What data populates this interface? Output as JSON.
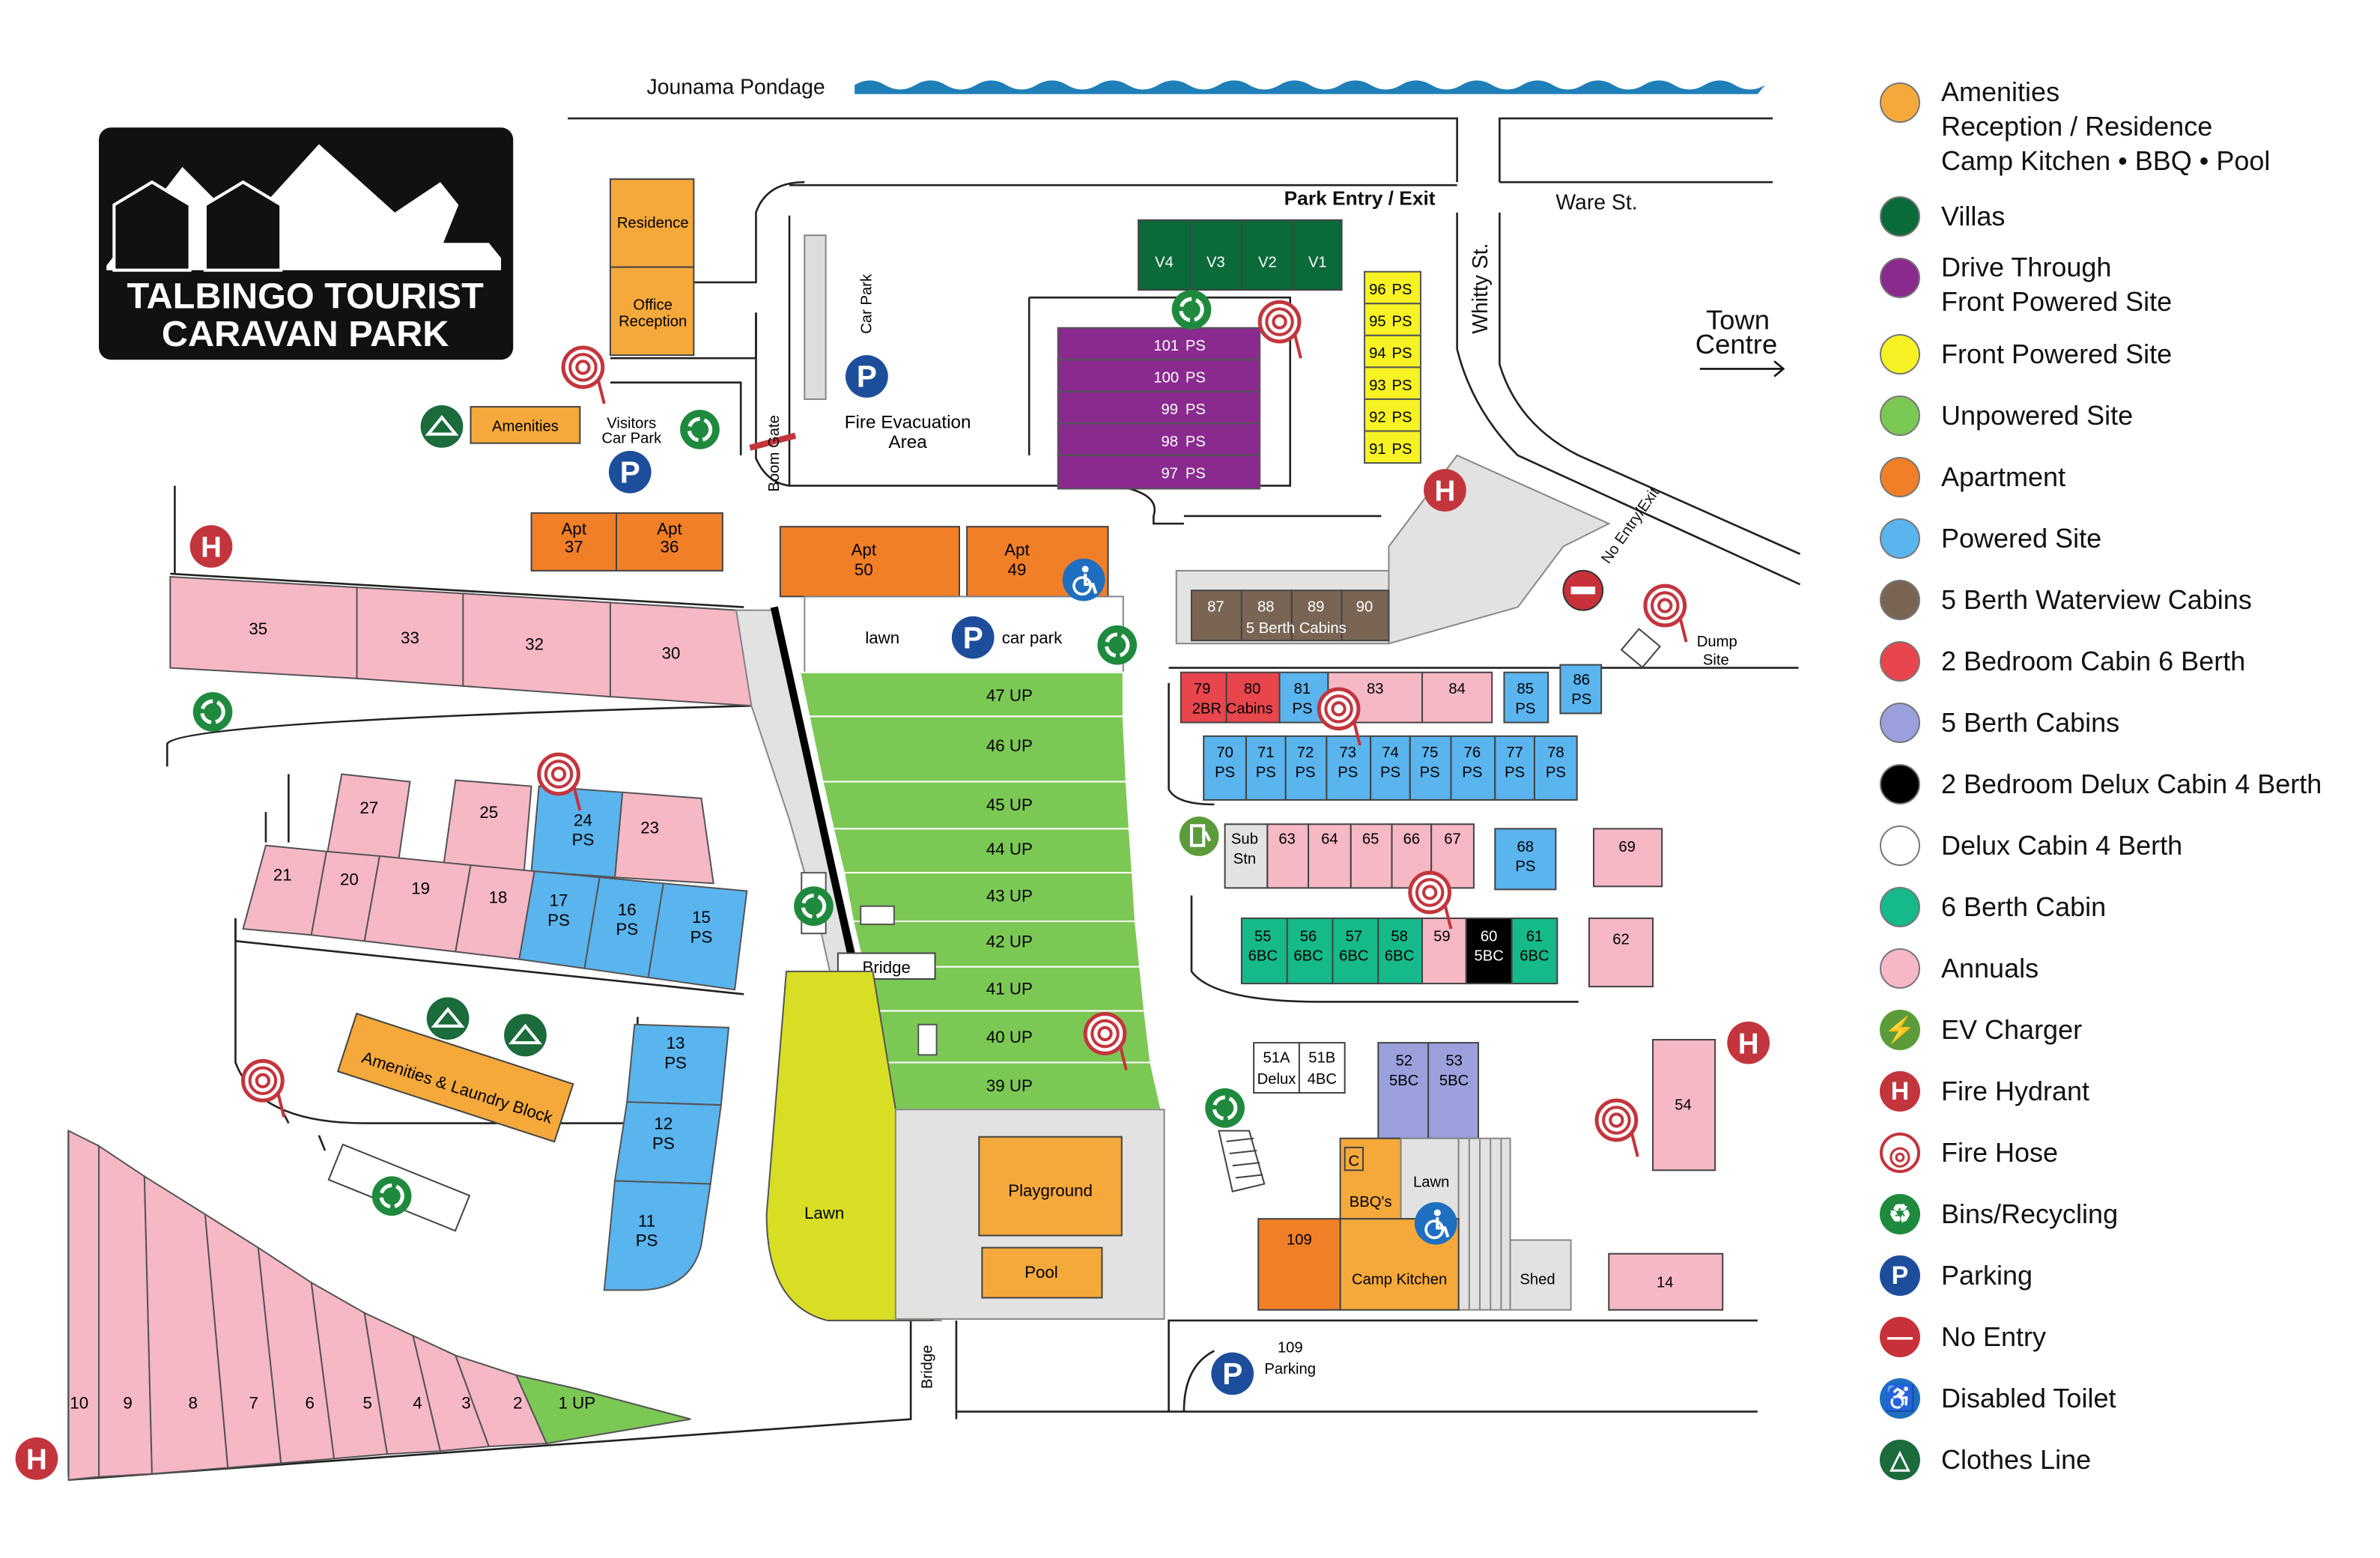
{
  "title": {
    "line1": "TALBINGO TOURIST",
    "line2": "CARAVAN PARK"
  },
  "streets": {
    "pondage": "Jounama Pondage",
    "ware": "Ware St.",
    "whitty": "Whitty St.",
    "entry": "Park Entry / Exit",
    "town1": "Town",
    "town2": "Centre",
    "no_entry": "No Entry/Exit",
    "dump1": "Dump",
    "dump2": "Site"
  },
  "labels": {
    "residence": "Residence",
    "office1": "Office",
    "office2": "Reception",
    "amenities": "Amenities",
    "visitors1": "Visitors",
    "visitors2": "Car Park",
    "car_park": "Car Park",
    "boom_gate": "Boom Gate",
    "fire1": "Fire Evacuation",
    "fire2": "Area",
    "lawn": "lawn",
    "lawn_big": "Lawn",
    "car_park_small": "car park",
    "bridge": "Bridge",
    "playground": "Playground",
    "pool": "Pool",
    "amen_block": "Amenities & Laundry Block",
    "five_berth": "5 Berth Cabins",
    "two_br": "2BR Cabins",
    "sub1": "Sub",
    "sub2": "Stn",
    "bbqs": "BBQ's",
    "c": "C",
    "lawn_k": "Lawn",
    "camp_kitchen": "Camp Kitchen",
    "shed": "Shed",
    "parking1": "109",
    "parking2": "Parking",
    "delux": "Delux 4BC",
    "parking_p": "P",
    "hydrant_h": "H"
  },
  "sites": {
    "apt37": [
      "Apt",
      "37"
    ],
    "apt36": [
      "Apt",
      "36"
    ],
    "apt50": [
      "Apt",
      "50"
    ],
    "apt49": [
      "Apt",
      "49"
    ],
    "v4": "V4",
    "v3": "V3",
    "v2": "V2",
    "v1": "V1",
    "dt": [
      "101",
      "100",
      "99",
      "98",
      "97"
    ],
    "ps_suffix": "PS",
    "fp": [
      "96",
      "95",
      "94",
      "93",
      "92",
      "91"
    ],
    "ann_top": [
      "35",
      "33",
      "32",
      "30"
    ],
    "up": [
      "47 UP",
      "46 UP",
      "45 UP",
      "44 UP",
      "43 UP",
      "42 UP",
      "41 UP",
      "40 UP",
      "39 UP"
    ],
    "wv": [
      "87",
      "88",
      "89",
      "90"
    ],
    "r79": [
      "79",
      "80",
      "81",
      "83",
      "84"
    ],
    "r85": [
      "85",
      "86"
    ],
    "ps70": [
      "70",
      "71",
      "72",
      "73",
      "74",
      "75",
      "76",
      "77",
      "78"
    ],
    "ann27": [
      "27",
      "25",
      "23"
    ],
    "ps24": [
      "24",
      "PS"
    ],
    "row21": [
      "21",
      "20",
      "19",
      "18"
    ],
    "ps17": [
      "17",
      "16",
      "15"
    ],
    "row63": [
      "63",
      "64",
      "65",
      "66",
      "67"
    ],
    "ps68": [
      "68",
      "PS"
    ],
    "s69": "69",
    "bc55": [
      "55",
      "56",
      "57",
      "58"
    ],
    "bc_suffix": "6BC",
    "s59": "59",
    "s60": [
      "60",
      "5BC"
    ],
    "s61": [
      "61",
      "6BC"
    ],
    "s62": "62",
    "ps13": [
      "13",
      "12",
      "11"
    ],
    "s51a": [
      "51A",
      "Delux"
    ],
    "s51b": [
      "51B",
      "4BC"
    ],
    "s52": [
      "52",
      "5BC"
    ],
    "s53": [
      "53",
      "5BC"
    ],
    "s54": "54",
    "s109": "109",
    "s14": "14",
    "bottom": [
      "10",
      "9",
      "8",
      "7",
      "6",
      "5",
      "4",
      "3",
      "2"
    ],
    "up1": "1 UP"
  },
  "legend": [
    {
      "lines": [
        "Amenities",
        "Reception / Residence",
        "Camp Kitchen • BBQ • Pool"
      ],
      "color": "#f5a93b",
      "icon": "swatch"
    },
    {
      "lines": [
        "Villas"
      ],
      "color": "#0b6a3a",
      "icon": "swatch"
    },
    {
      "lines": [
        "Drive Through",
        "Front Powered Site"
      ],
      "color": "#8a2a8f",
      "icon": "swatch"
    },
    {
      "lines": [
        "Front Powered Site"
      ],
      "color": "#f6f224",
      "icon": "swatch"
    },
    {
      "lines": [
        "Unpowered Site"
      ],
      "color": "#7cc855",
      "icon": "swatch"
    },
    {
      "lines": [
        "Apartment"
      ],
      "color": "#f07f28",
      "icon": "swatch"
    },
    {
      "lines": [
        "Powered Site"
      ],
      "color": "#5ab4ee",
      "icon": "swatch"
    },
    {
      "lines": [
        "5 Berth Waterview Cabins"
      ],
      "color": "#7a6555",
      "icon": "swatch"
    },
    {
      "lines": [
        "2 Bedroom Cabin 6 Berth"
      ],
      "color": "#e8464c",
      "icon": "swatch"
    },
    {
      "lines": [
        "5 Berth Cabins"
      ],
      "color": "#9b9fdc",
      "icon": "swatch"
    },
    {
      "lines": [
        "2 Bedroom Delux Cabin 4 Berth"
      ],
      "color": "#000000",
      "icon": "swatch"
    },
    {
      "lines": [
        "Delux Cabin 4 Berth"
      ],
      "color": "#ffffff",
      "icon": "swatch"
    },
    {
      "lines": [
        "6 Berth Cabin"
      ],
      "color": "#15b98a",
      "icon": "swatch"
    },
    {
      "lines": [
        "Annuals"
      ],
      "color": "#f6b8c5",
      "icon": "swatch"
    },
    {
      "lines": [
        "EV Charger"
      ],
      "color": "#5c9b3a",
      "icon": "ev"
    },
    {
      "lines": [
        "Fire Hydrant"
      ],
      "color": "#c3353d",
      "icon": "hydrant"
    },
    {
      "lines": [
        "Fire Hose"
      ],
      "color": "#c3353d",
      "icon": "hose"
    },
    {
      "lines": [
        "Bins/Recycling"
      ],
      "color": "#1f8a3e",
      "icon": "recycle"
    },
    {
      "lines": [
        "Parking"
      ],
      "color": "#1d4e9c",
      "icon": "parking"
    },
    {
      "lines": [
        "No Entry"
      ],
      "color": "#c8313a",
      "icon": "noentry"
    },
    {
      "lines": [
        "Disabled Toilet"
      ],
      "color": "#1f6fc0",
      "icon": "disabled"
    },
    {
      "lines": [
        "Clothes Line"
      ],
      "color": "#1b6b3c",
      "icon": "clothes"
    }
  ]
}
